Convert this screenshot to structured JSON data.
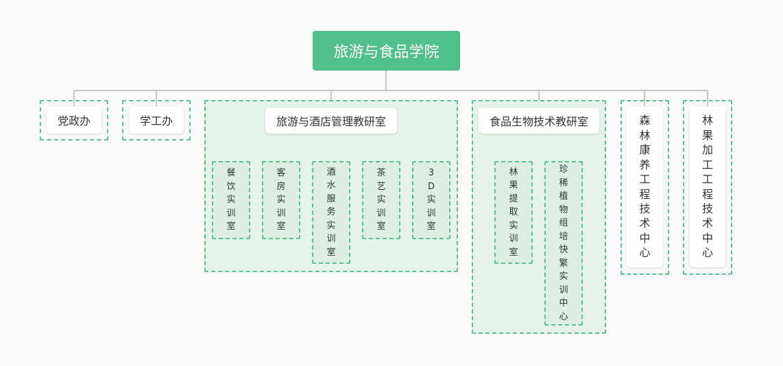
{
  "root": {
    "label": "旅游与食品学院"
  },
  "units": {
    "party_office": "党政办",
    "student_office": "学工办",
    "tourism": {
      "label": "旅游与酒店管理教研室",
      "rooms": [
        "餐饮实训室",
        "客房实训室",
        "酒水服务实训室",
        "茶艺实训室",
        "3D实训室"
      ]
    },
    "food": {
      "label": "食品生物技术教研室",
      "rooms": [
        "林果提取实训室",
        "珍稀植物组培快繁实训中心"
      ]
    },
    "forest_center": "森林康养工程技术中心",
    "fruit_center": "林果加工工程技术中心"
  },
  "colors": {
    "accent": "#50c08a",
    "dash_border": "#5ac48f",
    "group_fill": "#e5f3ea",
    "leaf_fill": "#dcefe2",
    "connector": "#c8c8c8"
  }
}
